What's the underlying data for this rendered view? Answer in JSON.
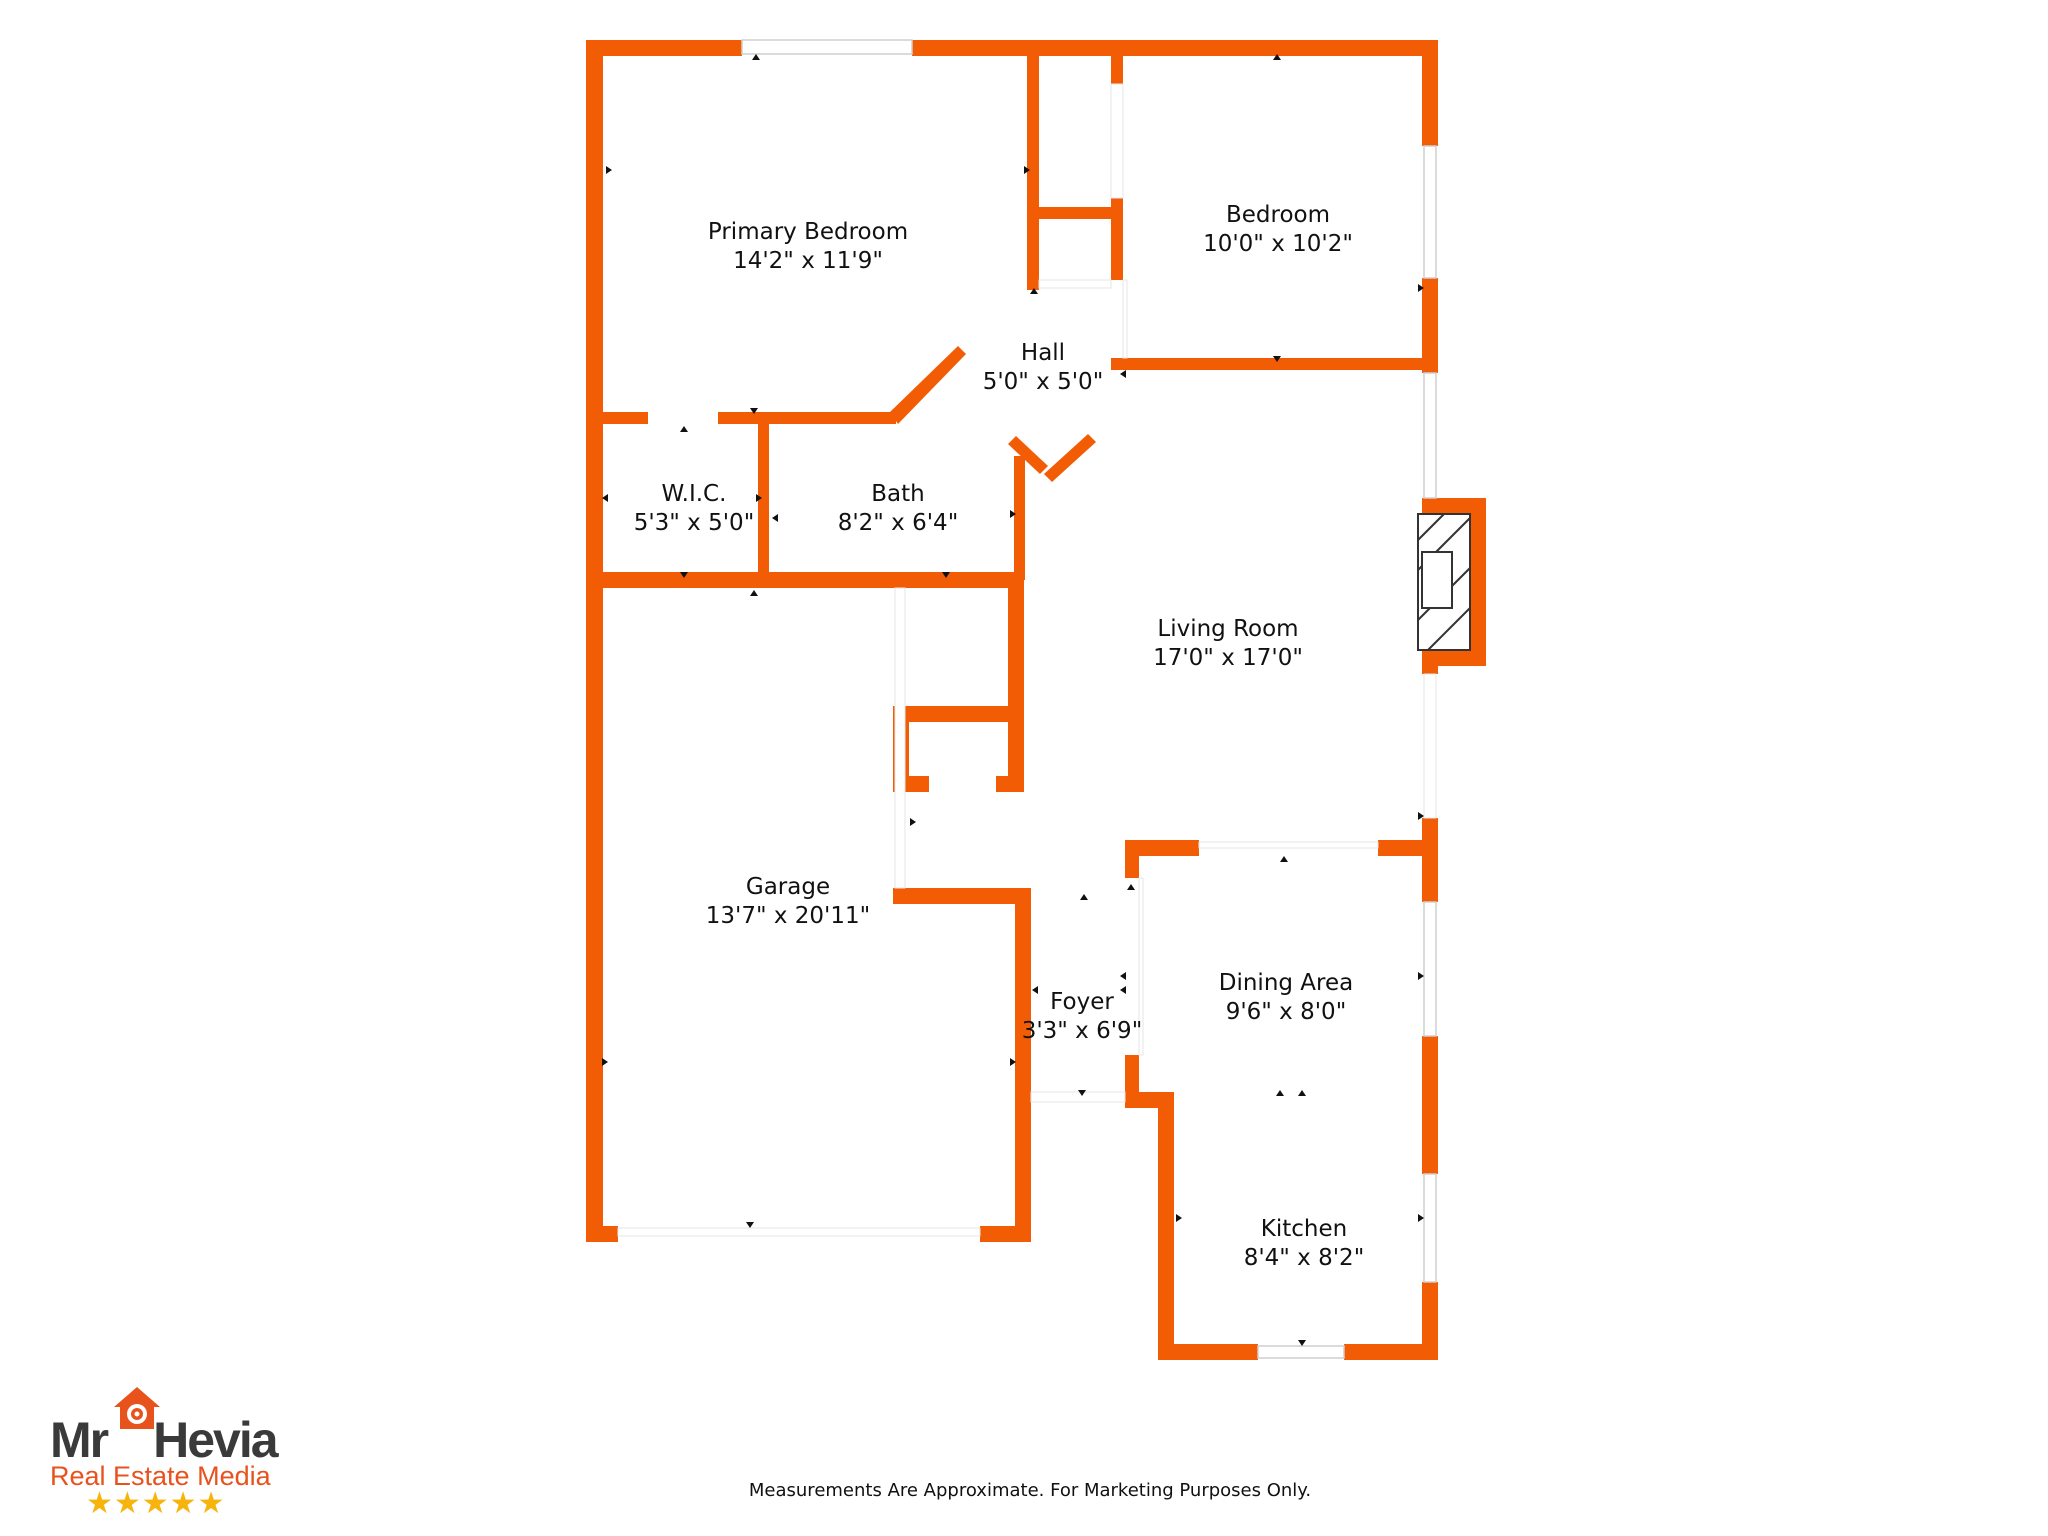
{
  "colors": {
    "wall": "#f25c05",
    "text": "#111111",
    "logo_gray": "#3a3a3a",
    "logo_orange": "#e8521c",
    "stars": "#f6b40c"
  },
  "rooms": [
    {
      "id": "primary-bedroom",
      "name": "Primary Bedroom",
      "dims": "14'2\" x 11'9\""
    },
    {
      "id": "bedroom",
      "name": "Bedroom",
      "dims": "10'0\" x 10'2\""
    },
    {
      "id": "hall",
      "name": "Hall",
      "dims": "5'0\" x 5'0\""
    },
    {
      "id": "wic",
      "name": "W.I.C.",
      "dims": "5'3\" x 5'0\""
    },
    {
      "id": "bath",
      "name": "Bath",
      "dims": "8'2\" x 6'4\""
    },
    {
      "id": "living-room",
      "name": "Living Room",
      "dims": "17'0\" x 17'0\""
    },
    {
      "id": "garage",
      "name": "Garage",
      "dims": "13'7\" x 20'11\""
    },
    {
      "id": "foyer",
      "name": "Foyer",
      "dims": "3'3\" x 6'9\""
    },
    {
      "id": "dining-area",
      "name": "Dining Area",
      "dims": "9'6\" x 8'0\""
    },
    {
      "id": "kitchen",
      "name": "Kitchen",
      "dims": "8'4\" x 8'2\""
    }
  ],
  "disclaimer": "Measurements Are Approximate. For Marketing Purposes Only.",
  "logo": {
    "brand_left": "Mr",
    "brand_right": "Hevia",
    "tagline": "Real Estate Media",
    "stars": "★★★★★"
  }
}
